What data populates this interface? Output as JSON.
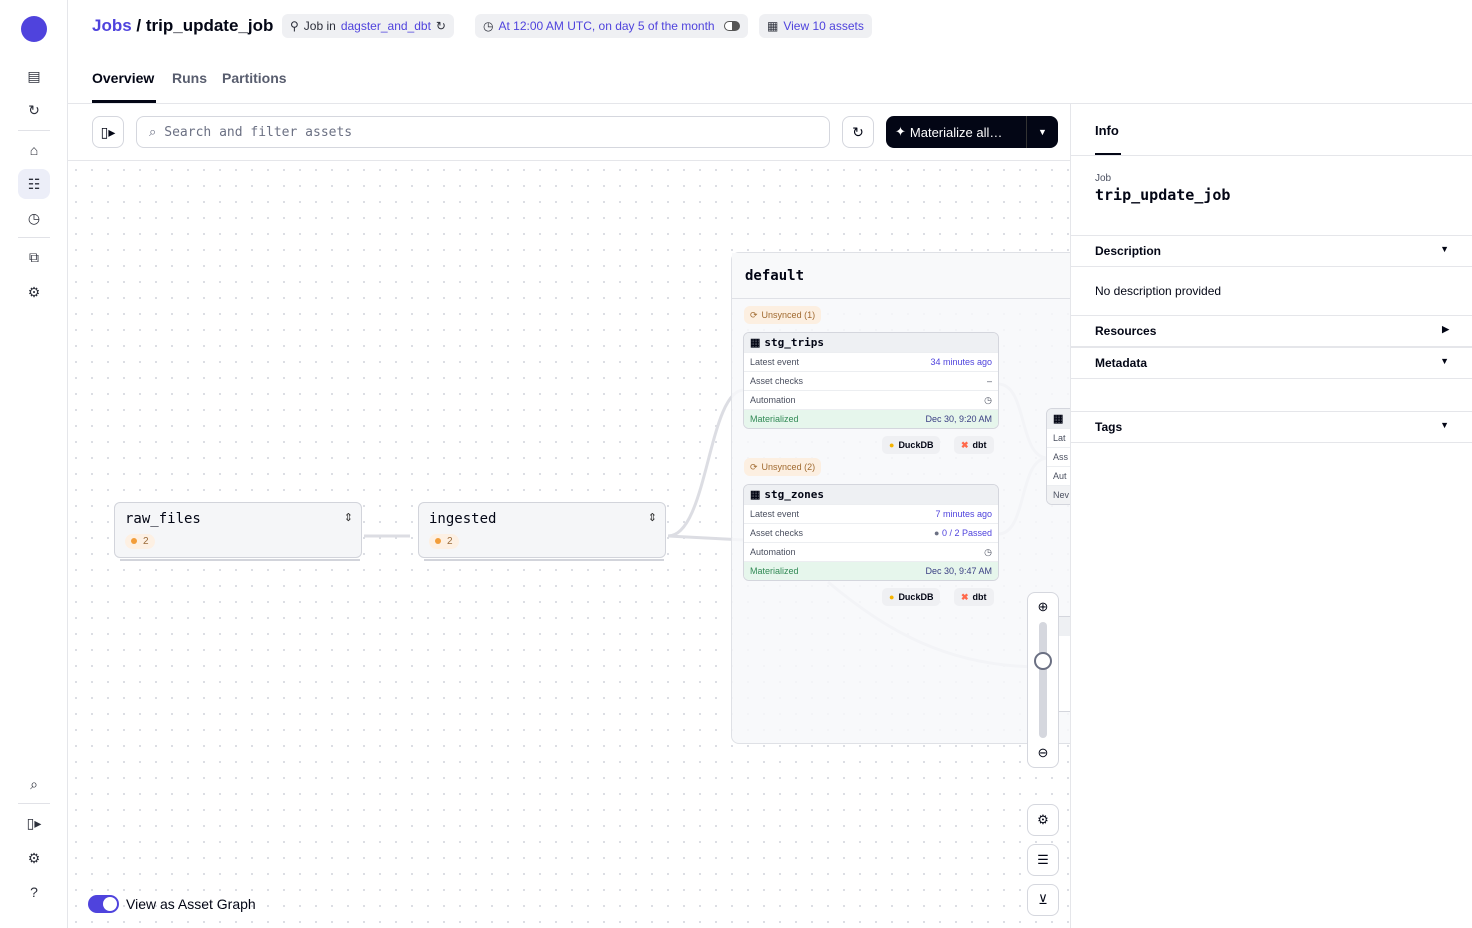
{
  "nav": {
    "items": [
      "overview",
      "runs",
      "assets",
      "jobs",
      "schedules",
      "lineage",
      "settings"
    ],
    "bottom": [
      "search",
      "panel-toggle",
      "settings",
      "help"
    ]
  },
  "header": {
    "jobs_link": "Jobs",
    "separator": " / ",
    "job_name": "trip_update_job",
    "chips": {
      "job_in": "Job in",
      "location": "dagster_and_dbt",
      "schedule": "At 12:00 AM UTC, on day 5 of the month",
      "assets": "View 10 assets"
    },
    "tabs": [
      {
        "label": "Overview",
        "active": true
      },
      {
        "label": "Runs"
      },
      {
        "label": "Partitions"
      }
    ]
  },
  "toolbar": {
    "search_placeholder": "Search and filter assets",
    "materialize_label": "Materialize all…"
  },
  "graph": {
    "ops": [
      {
        "name": "raw_files",
        "count": "2"
      },
      {
        "name": "ingested",
        "count": "2"
      }
    ],
    "group": "default",
    "assets": [
      {
        "status": "Unsynced (1)",
        "name": "stg_trips",
        "rows": [
          [
            "Latest event",
            "34 minutes ago"
          ],
          [
            "Asset checks",
            "–"
          ],
          [
            "Automation",
            ""
          ],
          [
            "Materialized",
            "Dec 30, 9:20 AM"
          ]
        ],
        "kinds": [
          "DuckDB",
          "dbt"
        ]
      },
      {
        "status": "Unsynced (2)",
        "name": "stg_zones",
        "rows": [
          [
            "Latest event",
            "7 minutes ago"
          ],
          [
            "Asset checks",
            "0 / 2 Passed"
          ],
          [
            "Automation",
            ""
          ],
          [
            "Materialized",
            "Dec 30, 9:47 AM"
          ]
        ],
        "kinds": [
          "DuckDB",
          "dbt"
        ]
      }
    ],
    "clipped_rows": [
      "Lat",
      "Ass",
      "Aut",
      "Nev"
    ],
    "zoom_level": 0.35,
    "toggle_label": "View as Asset Graph",
    "toggle_on": true
  },
  "panel": {
    "tab": "Info",
    "job_label": "Job",
    "job_name": "trip_update_job",
    "sections": {
      "description": "Description",
      "description_text": "No description provided",
      "resources": "Resources",
      "metadata": "Metadata",
      "tags": "Tags"
    }
  },
  "colors": {
    "accent": "#4f43dd",
    "materialized_bg": "#e6f6ec",
    "unsynced_bg": "#fcefe1"
  }
}
